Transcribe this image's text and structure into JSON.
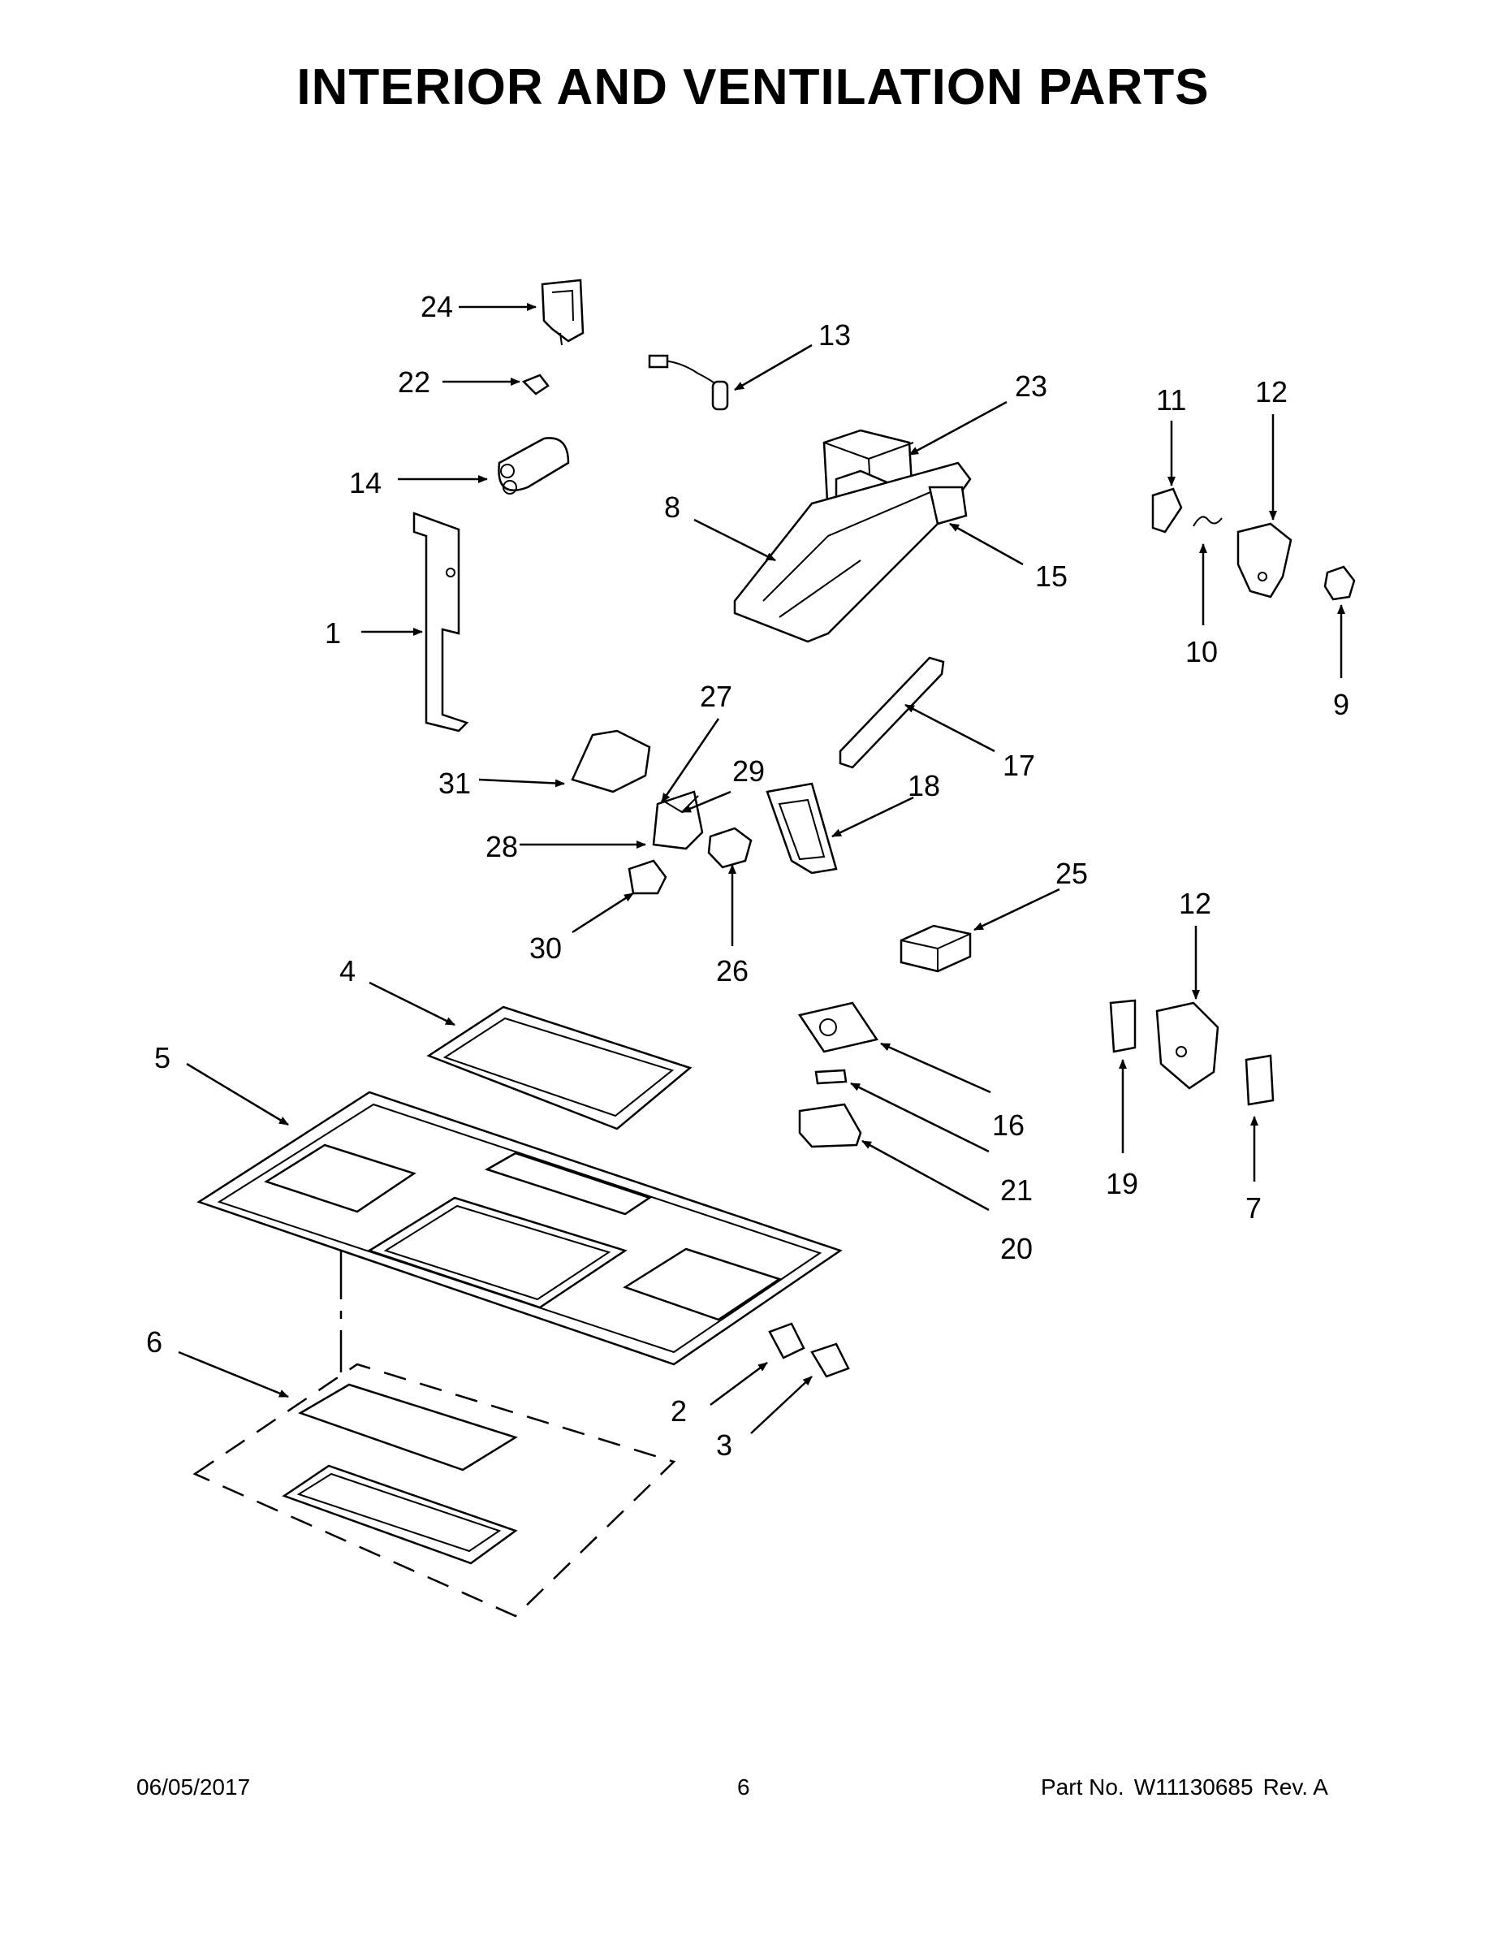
{
  "title": "INTERIOR AND VENTILATION PARTS",
  "callouts": [
    "1",
    "2",
    "3",
    "4",
    "5",
    "6",
    "7",
    "8",
    "9",
    "10",
    "11",
    "12",
    "12",
    "13",
    "14",
    "15",
    "16",
    "17",
    "18",
    "19",
    "20",
    "21",
    "22",
    "23",
    "24",
    "25",
    "26",
    "27",
    "28",
    "29",
    "30",
    "31"
  ],
  "footer": {
    "date": "06/05/2017",
    "page": "6",
    "part_label": "Part No.",
    "part_number": "W11130685",
    "rev": "Rev. A"
  }
}
